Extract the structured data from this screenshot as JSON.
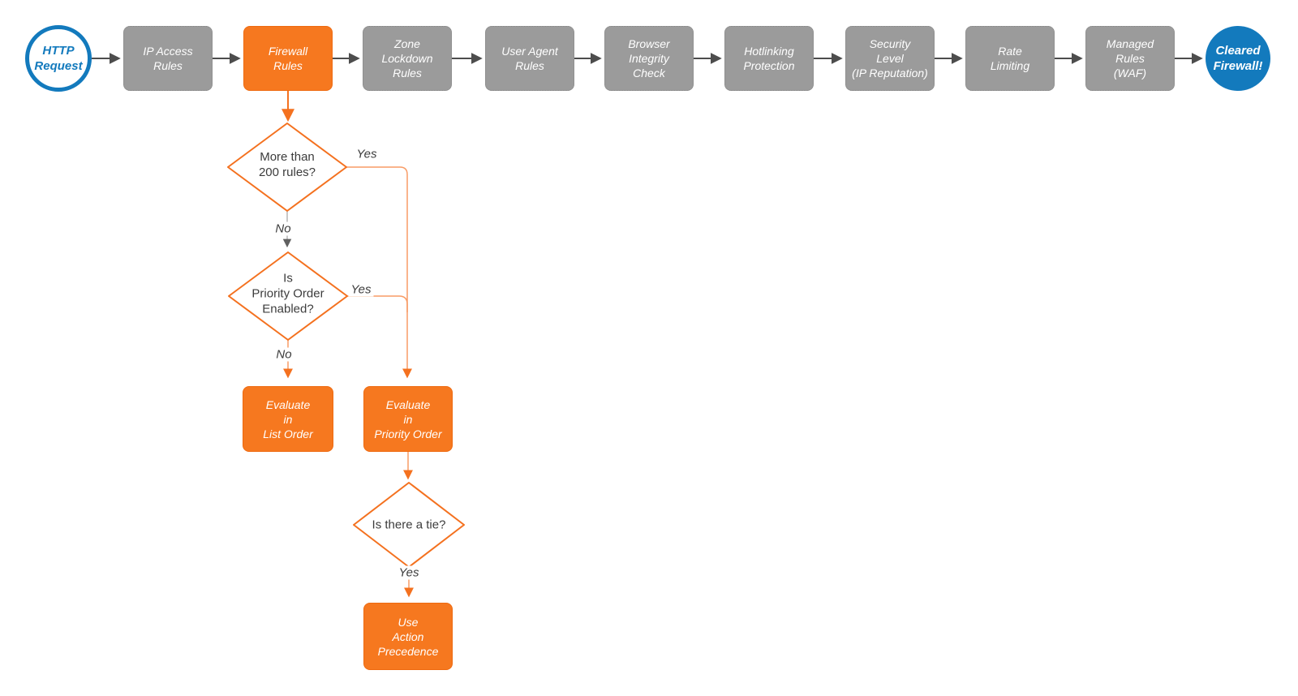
{
  "colors": {
    "blue": "#137abd",
    "orange": "#f6781f",
    "orange_dark": "#ee6a10",
    "orange_stroke": "#f4711f",
    "orange_line": "#f89c66",
    "gray_node": "#9b9b9b",
    "gray_node_border": "#858585",
    "edge_dark": "#4d4d4d",
    "edge_gray_line": "#b5b5b5",
    "edge_gray_head": "#606060",
    "text_dark": "#3c3c3c"
  },
  "flow": {
    "start": {
      "label": "HTTP\nRequest"
    },
    "end": {
      "label": "Cleared\nFirewall!"
    },
    "stages": [
      {
        "label": "IP Access\nRules",
        "highlighted": false
      },
      {
        "label": "Firewall\nRules",
        "highlighted": true
      },
      {
        "label": "Zone\nLockdown\nRules",
        "highlighted": false
      },
      {
        "label": "User Agent\nRules",
        "highlighted": false
      },
      {
        "label": "Browser\nIntegrity\nCheck",
        "highlighted": false
      },
      {
        "label": "Hotlinking\nProtection",
        "highlighted": false
      },
      {
        "label": "Security\nLevel\n(IP Reputation)",
        "highlighted": false
      },
      {
        "label": "Rate\nLimiting",
        "highlighted": false
      },
      {
        "label": "Managed\nRules\n(WAF)",
        "highlighted": false
      }
    ],
    "decisions": [
      {
        "label": "More than\n200 rules?"
      },
      {
        "label": "Is\nPriority Order\nEnabled?"
      },
      {
        "label": "Is there a tie?"
      }
    ],
    "actions": [
      {
        "label": "Evaluate\nin\nList Order"
      },
      {
        "label": "Evaluate\nin\nPriority Order"
      },
      {
        "label": "Use\nAction\nPrecedence"
      }
    ],
    "edge_labels": {
      "yes1": "Yes",
      "no1": "No",
      "yes2": "Yes",
      "no2": "No",
      "yes3": "Yes"
    }
  }
}
